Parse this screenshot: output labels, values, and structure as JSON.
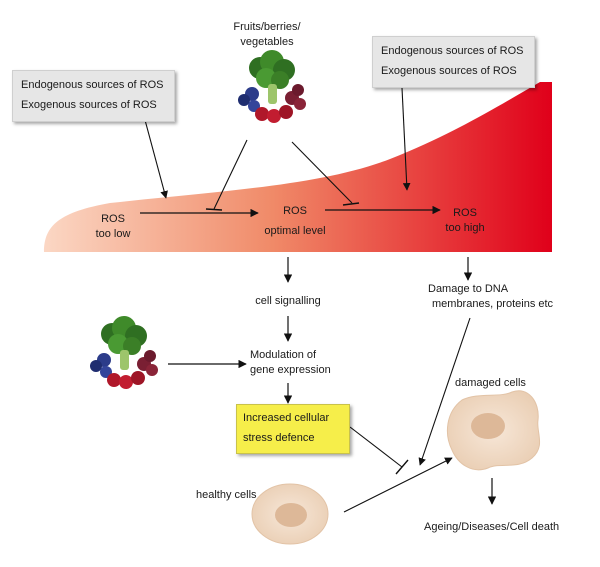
{
  "colors": {
    "gradient_start": "#fbd7c4",
    "gradient_end": "#e0001a",
    "stress_box": "#f6ee4a",
    "cell": "#efd6bf",
    "nucleus": "#ddb898"
  },
  "icons": {
    "produce_top": "broccoli-berries-icon",
    "produce_left": "broccoli-berries-icon"
  },
  "diagram": {
    "top_label_line1": "Fruits/berries/",
    "top_label_line2": "vegetables",
    "left_box": {
      "line1": "Endogenous sources of ROS",
      "line2": "Exogenous sources of ROS"
    },
    "right_box": {
      "line1": "Endogenous sources of ROS",
      "line2": "Exogenous sources of ROS"
    },
    "ros_low": {
      "line1": "ROS",
      "line2": "too low"
    },
    "ros_optimal": {
      "line1": "ROS",
      "line2": "optimal level"
    },
    "ros_high": {
      "line1": "ROS",
      "line2": "too high"
    },
    "cell_signalling": "cell signalling",
    "modulation": {
      "line1": "Modulation of",
      "line2": "gene expression"
    },
    "stress_defence": {
      "line1": "Increased cellular",
      "line2": "stress defence"
    },
    "damage": {
      "line1": "Damage to DNA",
      "line2": "membranes, proteins etc"
    },
    "damaged_cells": "damaged cells",
    "healthy_cells": "healthy cells",
    "outcome": "Ageing/Diseases/Cell death"
  }
}
